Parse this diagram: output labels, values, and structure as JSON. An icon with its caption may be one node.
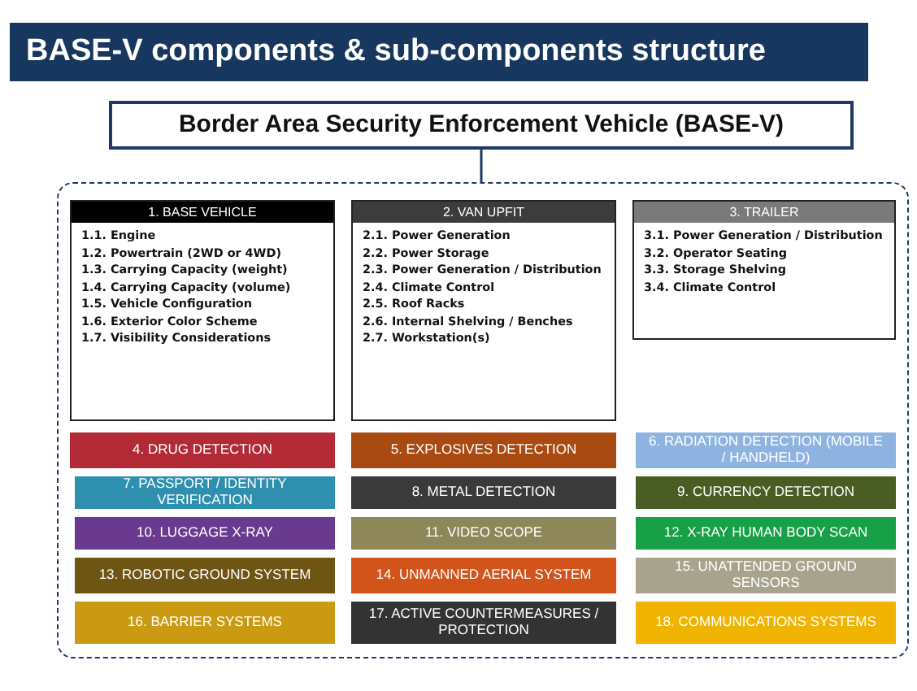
{
  "diagram": {
    "title": "BASE-V components & sub-components structure",
    "nodes": [
      {
        "text": [
          "Border Area Security Enforcement Vehicle (BASE-V)"
        ]
      },
      {
        "text": [],
        "shape": "box"
      },
      {
        "text": [
          "1. BASE VEHICLE",
          "1.1. Engine",
          "1.2. Powertrain (2WD or 4WD)",
          "1.3. Carrying Capacity (weight)",
          "1.4. Carrying Capacity (volume)",
          "1.5. Vehicle Configuration",
          "1.6. Exterior Color Scheme",
          "1.7. Visibility Considerations"
        ],
        "in": 1
      },
      {
        "text": [
          "2. VAN UPFIT",
          "2.1. Power Generation",
          "2.2. Power Storage",
          "2.3. Power Generation / Distribution",
          "2.4. Climate Control",
          "2.5. Roof Racks",
          "2.6. Internal Shelving / Benches",
          "2.7. Workstation(s)"
        ],
        "in": 1
      },
      {
        "text": [
          "3. TRAILER",
          "3.1. Power Generation / Distribution",
          "3.2. Operator Seating",
          "3.3. Storage Shelving",
          "3.4. Climate Control"
        ],
        "in": 1
      },
      {
        "text": [
          "4. DRUG DETECTION"
        ],
        "in": 1
      },
      {
        "text": [
          "5. EXPLOSIVES DETECTION"
        ],
        "in": 1
      },
      {
        "text": [
          "6. RADIATION DETECTION (MOBILE / HANDHELD)"
        ],
        "in": 1
      },
      {
        "text": [
          "7. PASSPORT / IDENTITY VERIFICATION"
        ],
        "in": 1
      },
      {
        "text": [
          "8. METAL DETECTION"
        ],
        "in": 1
      },
      {
        "text": [
          "9. CURRENCY DETECTION"
        ],
        "in": 1
      },
      {
        "text": [
          "10. LUGGAGE X-RAY"
        ],
        "in": 1
      },
      {
        "text": [
          "11. VIDEO SCOPE"
        ],
        "in": 1
      },
      {
        "text": [
          "12. X-RAY HUMAN BODY SCAN"
        ],
        "in": 1
      },
      {
        "text": [
          "13. ROBOTIC GROUND SYSTEM"
        ],
        "in": 1
      },
      {
        "text": [
          "14. UNMANNED AERIAL SYSTEM"
        ],
        "in": 1
      },
      {
        "text": [
          "15. UNATTENDED GROUND SENSORS"
        ],
        "in": 1
      },
      {
        "text": [
          "16. BARRIER SYSTEMS"
        ],
        "in": 1
      },
      {
        "text": [
          "17. ACTIVE COUNTERMEASURES / PROTECTION"
        ],
        "in": 1
      },
      {
        "text": [
          "18. COMMUNICATIONS SYSTEMS"
        ],
        "in": 1
      }
    ],
    "edges": [
      {
        "from": 0,
        "to": 1,
        "arrow": "none"
      }
    ]
  }
}
